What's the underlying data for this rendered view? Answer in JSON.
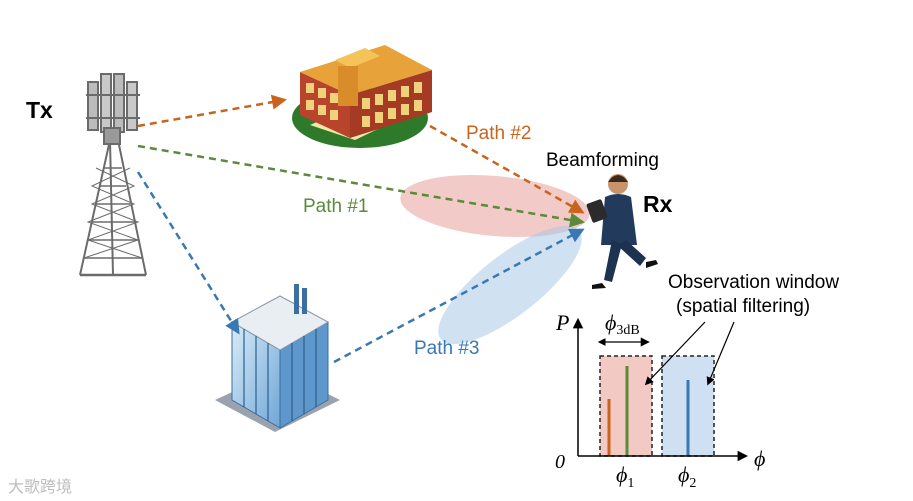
{
  "labels": {
    "tx": "Tx",
    "rx": "Rx",
    "beamforming": "Beamforming",
    "path1": "Path #1",
    "path2": "Path #2",
    "path3": "Path #3",
    "observation_line1": "Observation window",
    "observation_line2": "(spatial filtering)"
  },
  "plot": {
    "y_axis": "P",
    "x_axis": "ϕ",
    "origin": "0",
    "phi_3db_main": "ϕ",
    "phi_3db_sub": "3dB",
    "phi1_main": "ϕ",
    "phi1_sub": "1",
    "phi2_main": "ϕ",
    "phi2_sub": "2"
  },
  "watermark": "大歌跨境",
  "colors": {
    "path1": "#5a8a3a",
    "path2": "#c8641e",
    "path3": "#3a78b4",
    "window1_fill": "#f2c9c3",
    "window2_fill": "#cfe0f2",
    "beam_red": "#e8a09a",
    "beam_blue": "#a9c8e8"
  },
  "icons": [
    "cell-tower-icon",
    "school-building-icon",
    "office-tower-icon",
    "person-with-tablet-icon"
  ]
}
